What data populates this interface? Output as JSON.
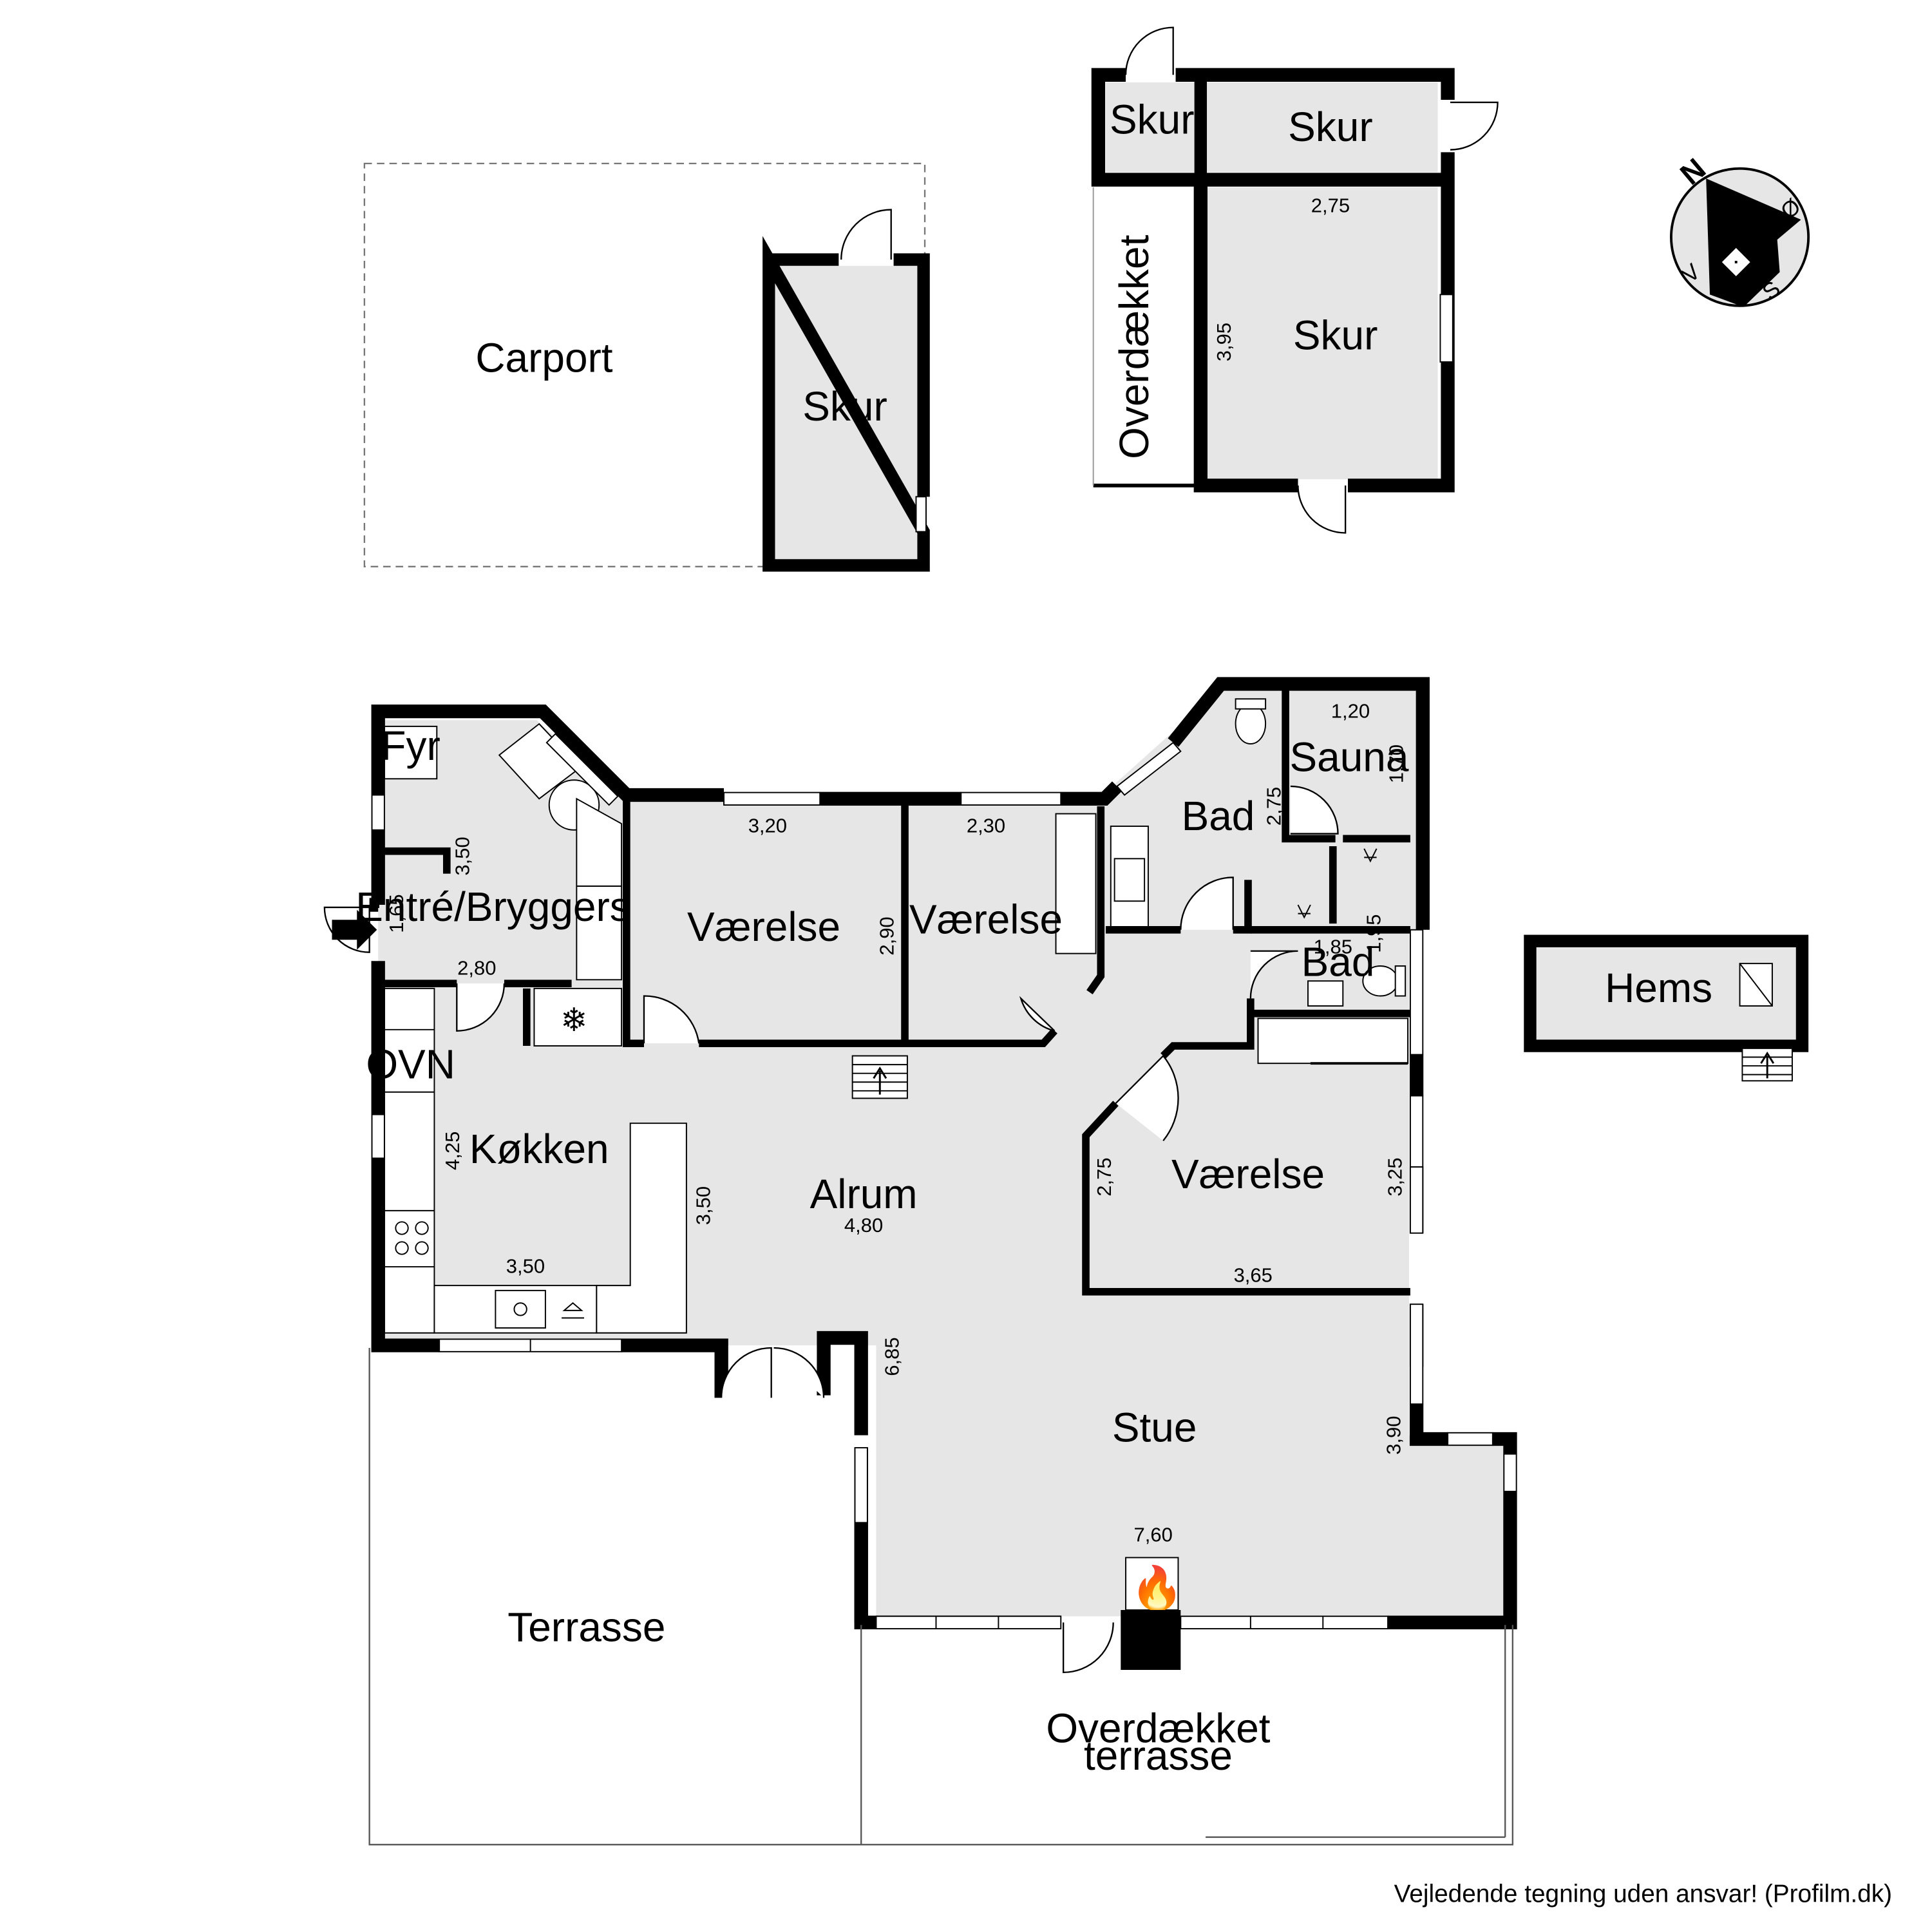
{
  "rooms": {
    "carport": "Carport",
    "skur_carport": "Skur",
    "skur_small": "Skur",
    "skur_top": "Skur",
    "skur_big": "Skur",
    "overdaekket": "Overdækket",
    "fyr": "Fyr",
    "entre": "Entré/Bryggers",
    "vaerelse1": "Værelse",
    "vaerelse2": "Værelse",
    "vaerelse3": "Værelse",
    "bad1": "Bad",
    "bad2": "Bad",
    "sauna": "Sauna",
    "koekken": "Køkken",
    "ovn": "OVN",
    "alrum": "Alrum",
    "stue": "Stue",
    "terrasse": "Terrasse",
    "overdaekket_terrasse_1": "Overdækket",
    "overdaekket_terrasse_2": "terrasse",
    "hems": "Hems"
  },
  "dimensions": {
    "skur_big_w": "2,75",
    "skur_big_h": "3,95",
    "entre_h": "3,50",
    "entre_door": "1,65",
    "entre_w": "2,80",
    "v1_w": "3,20",
    "v1_h": "2,90",
    "v2_w": "2,30",
    "bad_h": "2,75",
    "sauna_w": "1,20",
    "sauna_h": "1,70",
    "bad2_w": "1,85",
    "bad2_h": "1,95",
    "koekken_h": "4,25",
    "koekken_w": "3,50",
    "alrum_h": "3,50",
    "alrum_w": "4,80",
    "v3_h_left": "2,75",
    "v3_h_right": "3,25",
    "v3_w": "3,65",
    "stue_h_left": "6,85",
    "stue_h_right": "3,90",
    "stue_w": "7,60"
  },
  "compass": {
    "n": "N",
    "o": "Ø",
    "s": "S",
    "v": "V"
  },
  "credit": "Vejledende tegning uden ansvar! (Profilm.dk)",
  "colors": {
    "floor": "#e6e6e6",
    "wall": "#000000",
    "background": "#ffffff"
  }
}
